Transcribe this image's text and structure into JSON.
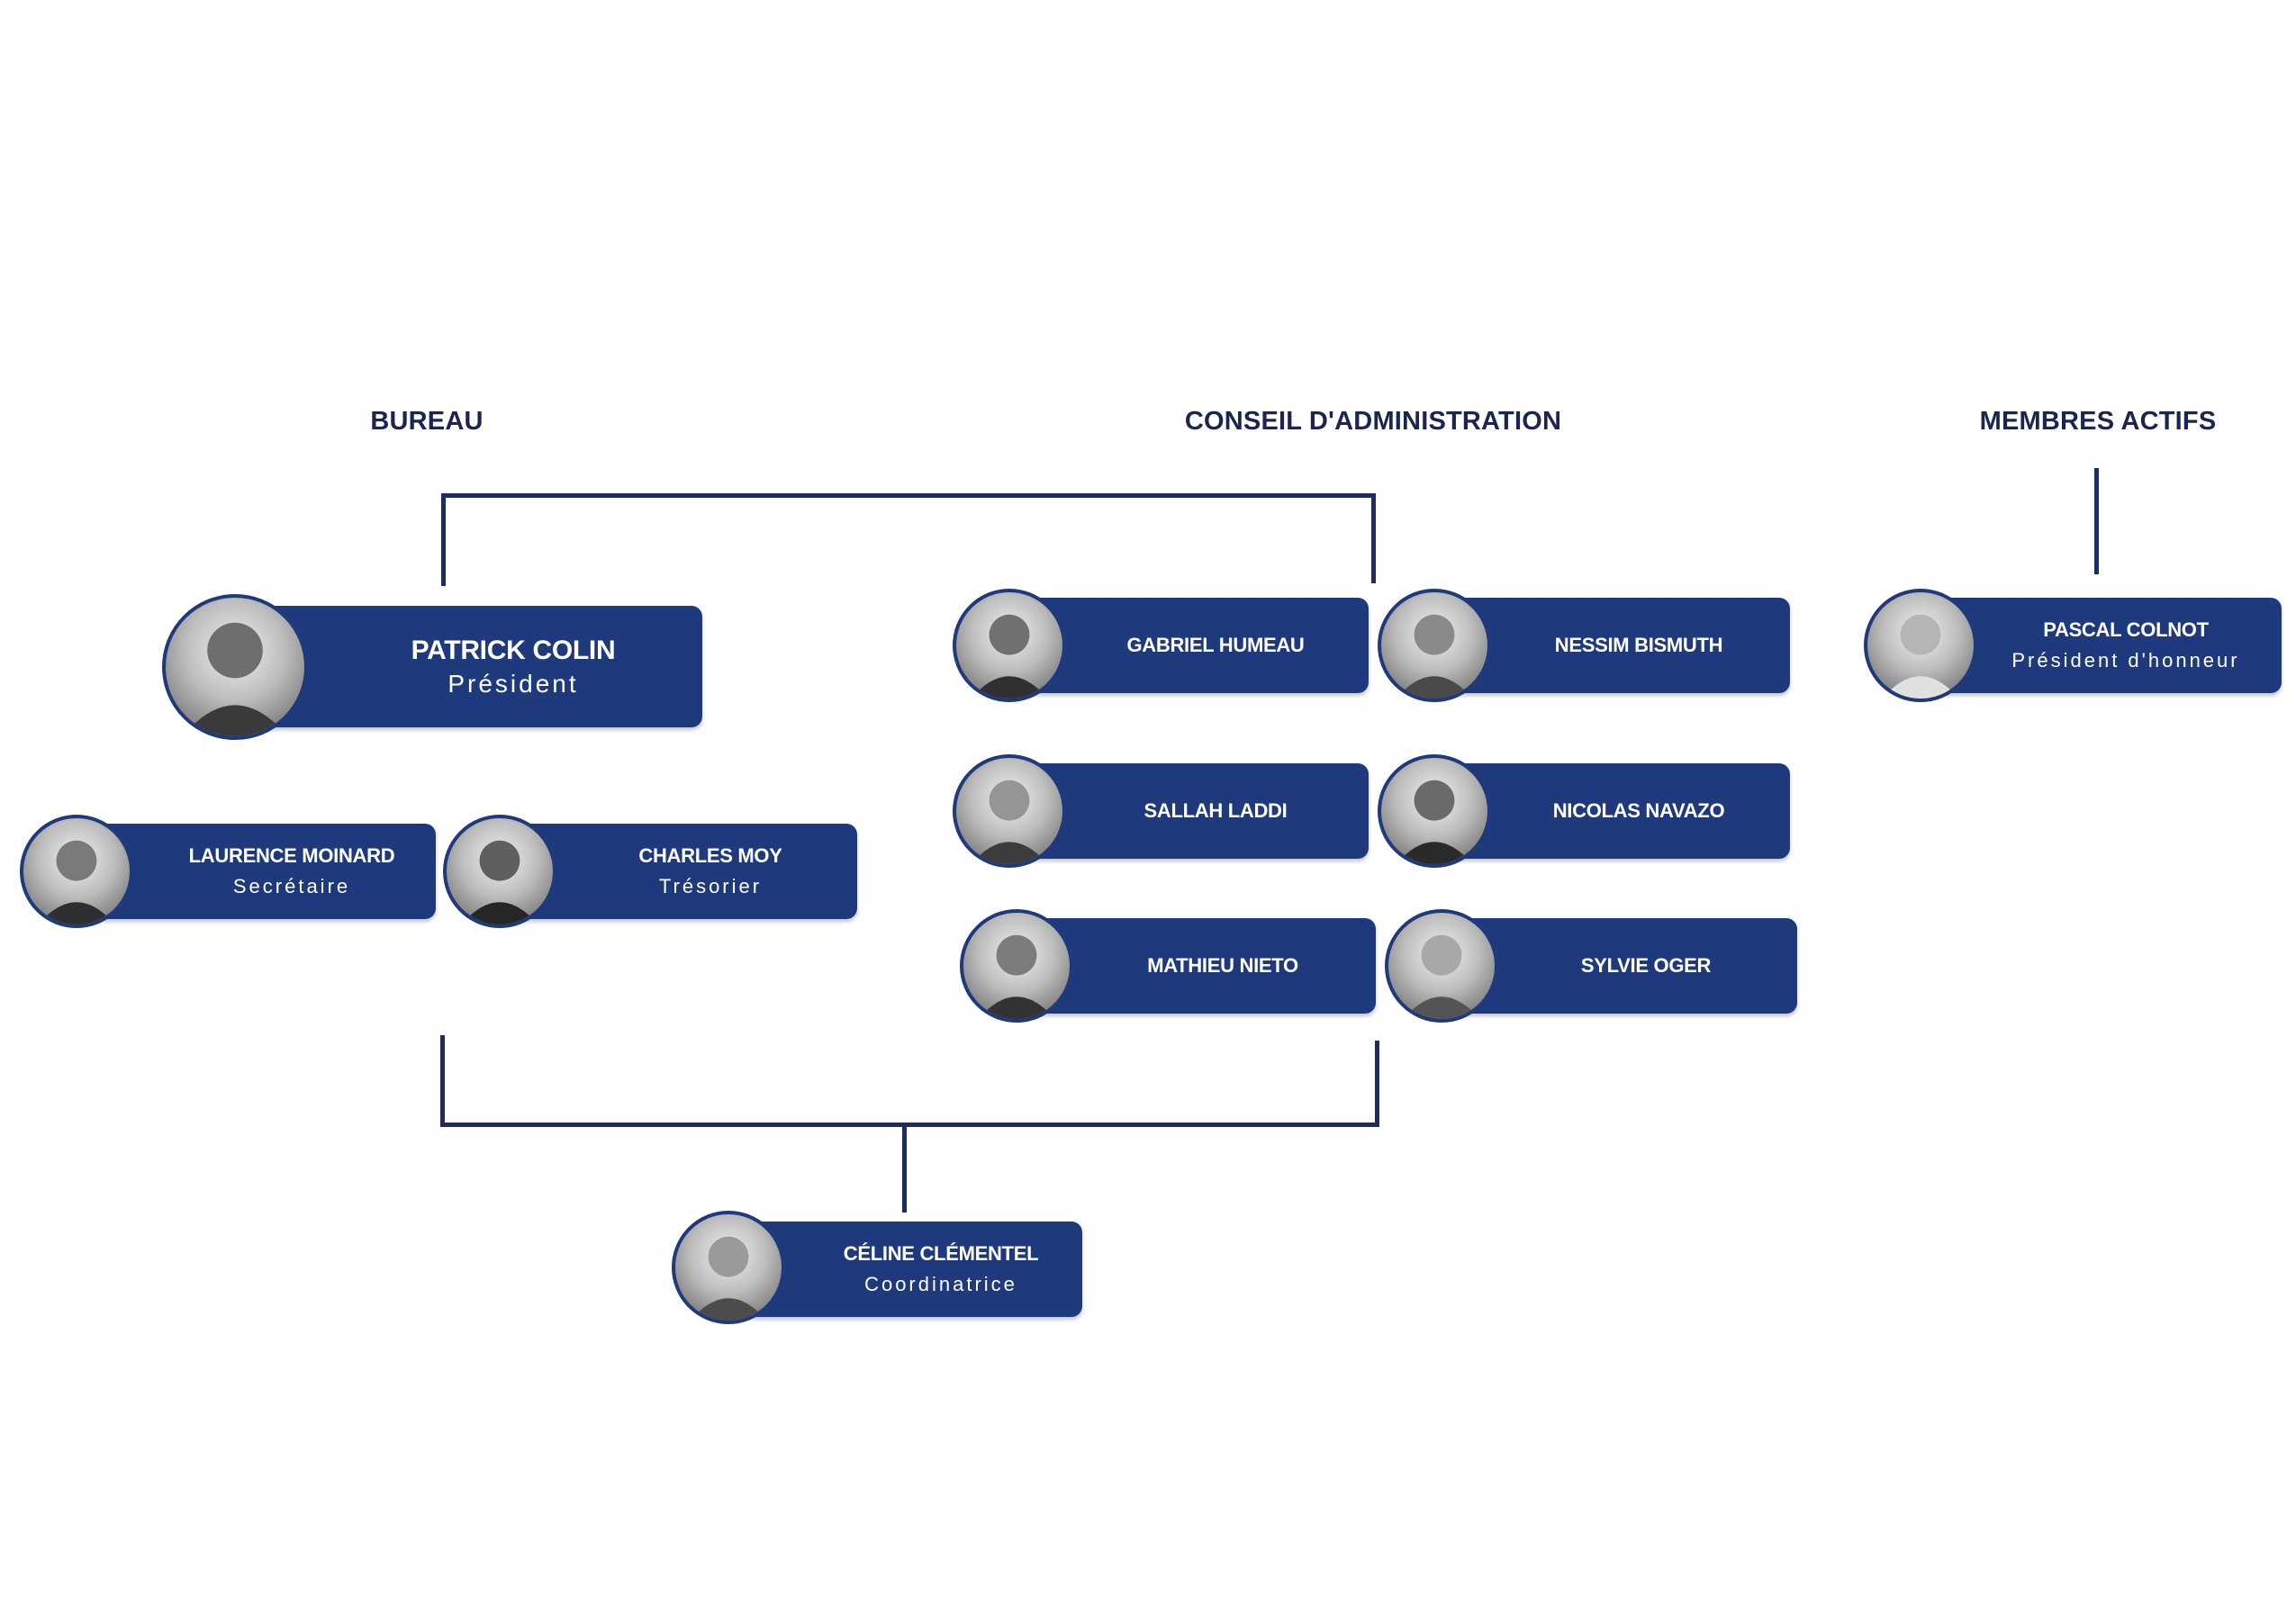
{
  "headings": {
    "bureau": "BUREAU",
    "conseil": "CONSEIL D'ADMINISTRATION",
    "membres": "MEMBRES ACTIFS"
  },
  "people": {
    "patrick_colin": {
      "name": "PATRICK COLIN",
      "role": "Président"
    },
    "laurence_moinard": {
      "name": "LAURENCE MOINARD",
      "role": "Secrétaire"
    },
    "charles_moy": {
      "name": "CHARLES MOY",
      "role": "Trésorier"
    },
    "gabriel_humeau": {
      "name": "GABRIEL HUMEAU"
    },
    "nessim_bismuth": {
      "name": "NESSIM BISMUTH"
    },
    "sallah_laddi": {
      "name": "SALLAH LADDI"
    },
    "nicolas_navazo": {
      "name": "NICOLAS NAVAZO"
    },
    "mathieu_nieto": {
      "name": "MATHIEU NIETO"
    },
    "sylvie_oger": {
      "name": "SYLVIE OGER"
    },
    "pascal_colnot": {
      "name": "PASCAL COLNOT",
      "role": "Président d'honneur"
    },
    "celine_clementel": {
      "name": "CÉLINE CLÉMENTEL",
      "role": "Coordinatrice"
    }
  },
  "colors": {
    "card": "#1f3a7c",
    "line": "#1c2d5e",
    "heading": "#1a2552"
  }
}
